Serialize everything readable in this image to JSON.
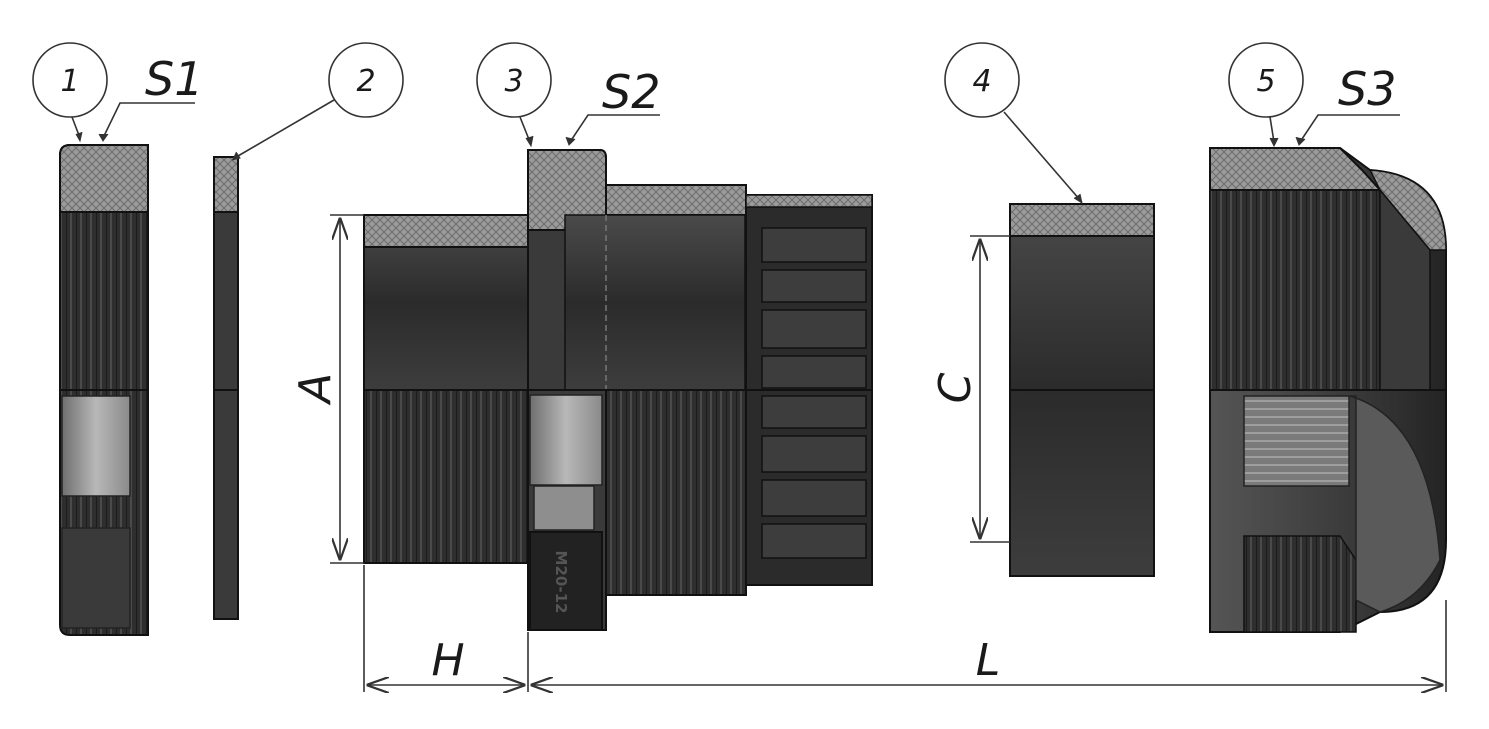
{
  "callouts": [
    {
      "number": "1",
      "surface": "S1"
    },
    {
      "number": "2",
      "surface": ""
    },
    {
      "number": "3",
      "surface": "S2"
    },
    {
      "number": "4",
      "surface": ""
    },
    {
      "number": "5",
      "surface": "S3"
    }
  ],
  "dimensions": {
    "A": "A",
    "C": "C",
    "H": "H",
    "L": "L"
  },
  "marking": "M20-12",
  "colors": {
    "body": "#2b2b2b",
    "section_hatch": "#8c8c8c",
    "highlight": "#9a9a9a",
    "outline": "#111111"
  }
}
